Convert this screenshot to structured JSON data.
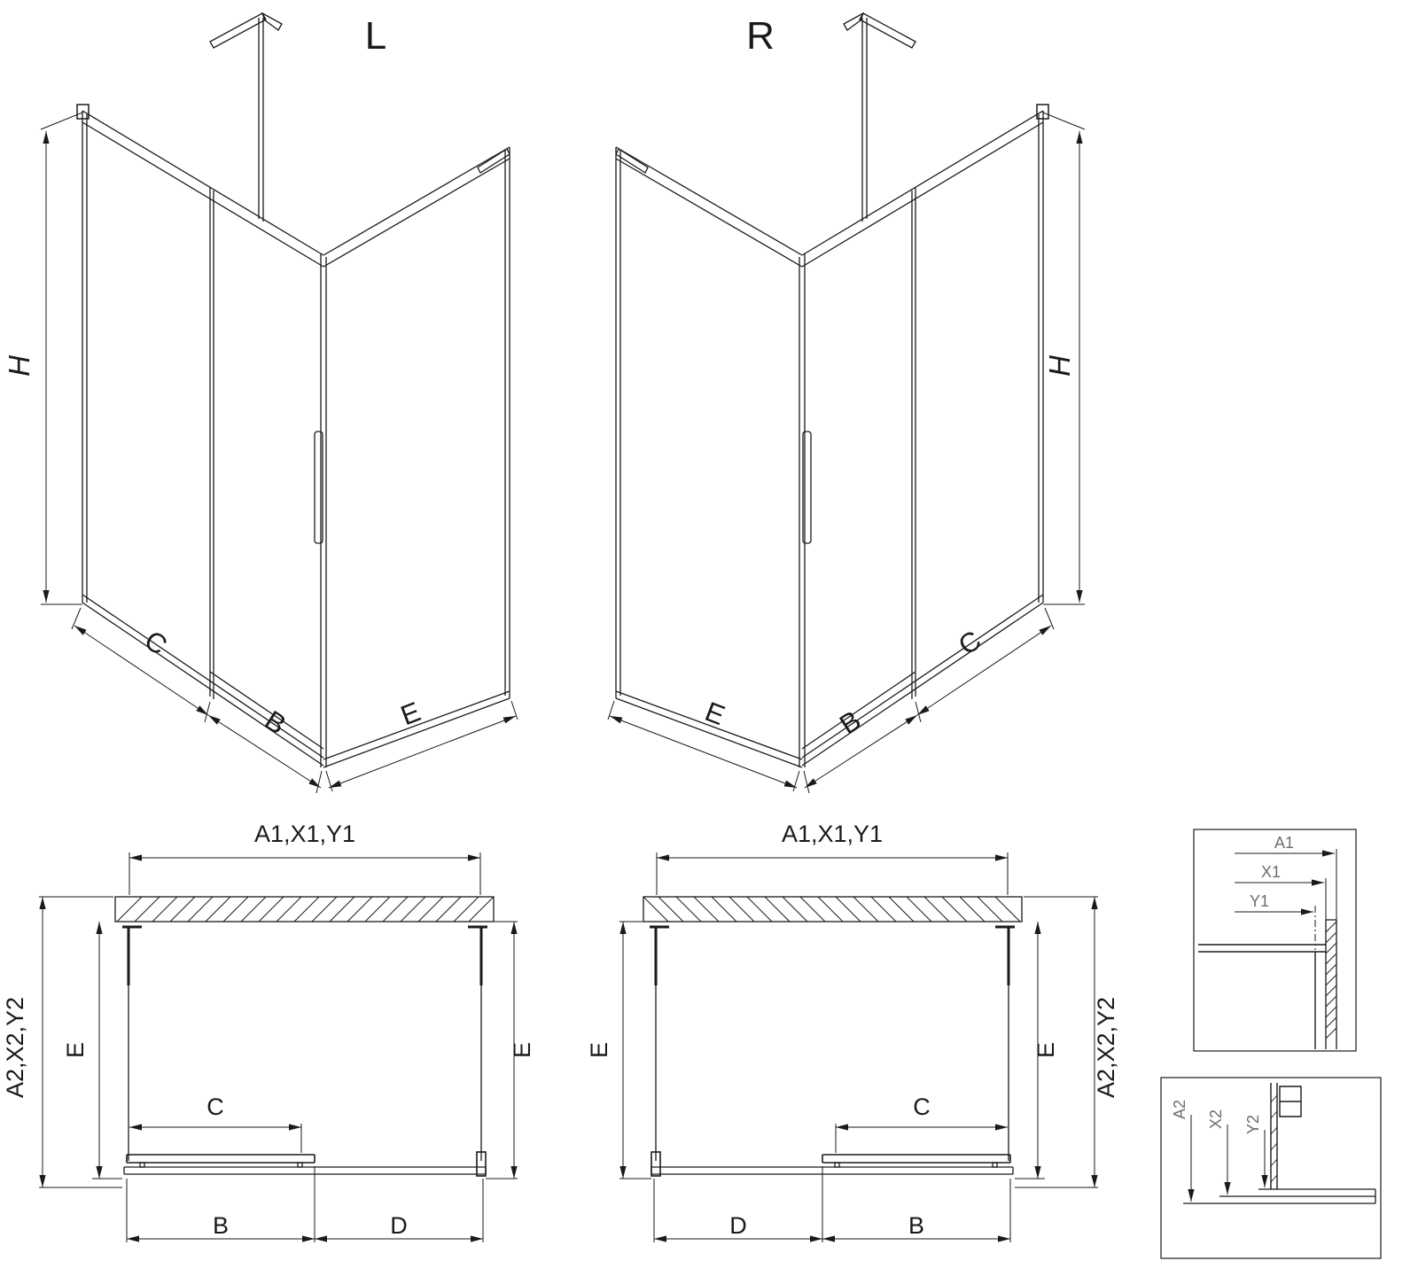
{
  "colors": {
    "line": "#1a1a1a",
    "background": "#ffffff",
    "detail_text": "#6e6e6e"
  },
  "iso_left": {
    "label": "L",
    "dim_height": "H",
    "dim_fixed": "C",
    "dim_door": "B",
    "dim_side": "E"
  },
  "iso_right": {
    "label": "R",
    "dim_height": "H",
    "dim_fixed": "C",
    "dim_door": "B",
    "dim_side": "E"
  },
  "plan_left": {
    "dim_width_top": "A1,X1,Y1",
    "dim_depth_outer": "A2,X2,Y2",
    "dim_depth_left": "E",
    "dim_depth_right": "E",
    "dim_opening": "C",
    "dim_door": "B",
    "dim_fixed": "D"
  },
  "plan_right": {
    "dim_width_top": "A1,X1,Y1",
    "dim_depth_outer": "A2,X2,Y2",
    "dim_depth_left": "E",
    "dim_depth_right": "E",
    "dim_opening": "C",
    "dim_door": "B",
    "dim_fixed": "D"
  },
  "detail_width": {
    "dim_1": "A1",
    "dim_2": "X1",
    "dim_3": "Y1"
  },
  "detail_height": {
    "dim_1": "A2",
    "dim_2": "X2",
    "dim_3": "Y2"
  }
}
